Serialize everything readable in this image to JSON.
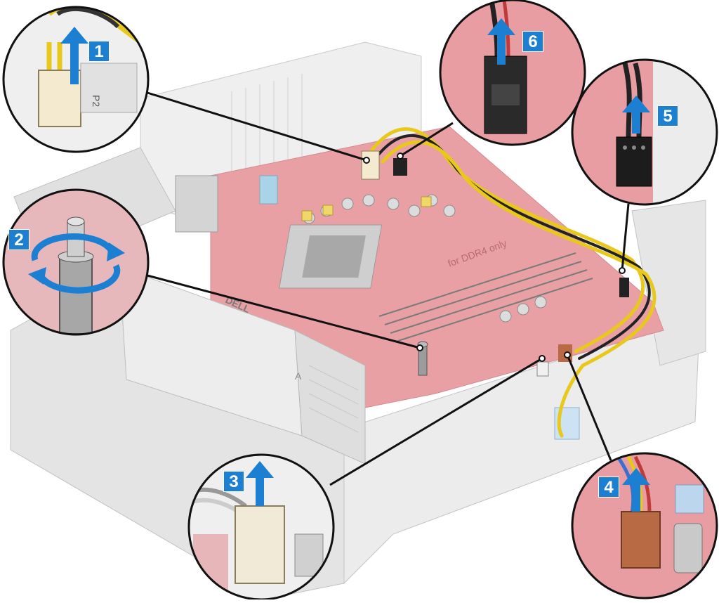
{
  "colors": {
    "badge": "#1d7fd1",
    "arrow": "#1d7fd1",
    "board": "#e8a0a4",
    "chassis": "#d8d8d8",
    "cable_yellow": "#e8c81a",
    "callout_line": "#111111"
  },
  "steps": [
    {
      "id": "1",
      "label": "1",
      "action": "lift"
    },
    {
      "id": "2",
      "label": "2",
      "action": "rotate"
    },
    {
      "id": "3",
      "label": "3",
      "action": "lift"
    },
    {
      "id": "4",
      "label": "4",
      "action": "lift"
    },
    {
      "id": "5",
      "label": "5",
      "action": "lift"
    },
    {
      "id": "6",
      "label": "6",
      "action": "lift"
    }
  ],
  "board_text": {
    "psu_label": "P2",
    "memory_label": "for DDR4 only",
    "brand": "DELL",
    "slot_mark": "A"
  }
}
